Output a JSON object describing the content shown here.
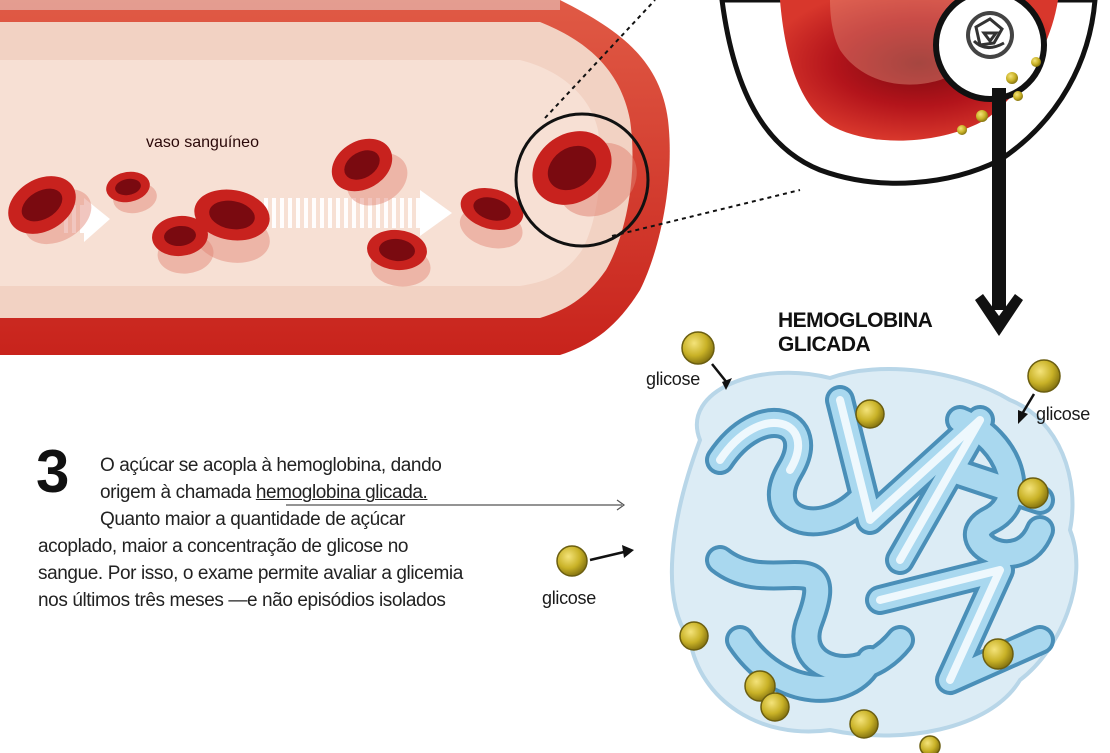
{
  "labels": {
    "vessel": "vaso sanguíneo",
    "hemoglobin_title_line1": "HEMOGLOBINA",
    "hemoglobin_title_line2": "GLICADA",
    "glucose_1": "glicose",
    "glucose_2": "glicose",
    "glucose_3": "glicose"
  },
  "step": {
    "number": "3",
    "lines": [
      "O açúcar se acopla à hemoglobina, dando",
      "origem à chamada ",
      "hemoglobina glicada.",
      "Quanto maior a quantidade de açúcar",
      "acoplado, maior a concentração de glicose no",
      "sangue. Por isso, o exame permite avaliar a glicemia",
      "nos últimos três meses —e não episódios isolados"
    ]
  },
  "colors": {
    "vessel_wall": "#d42a22",
    "vessel_inner": "#f6d9cc",
    "red_cell": "#c0191d",
    "red_cell_core": "#8a0c14",
    "glucose": "#c9b227",
    "protein": "#8fc9e6"
  }
}
